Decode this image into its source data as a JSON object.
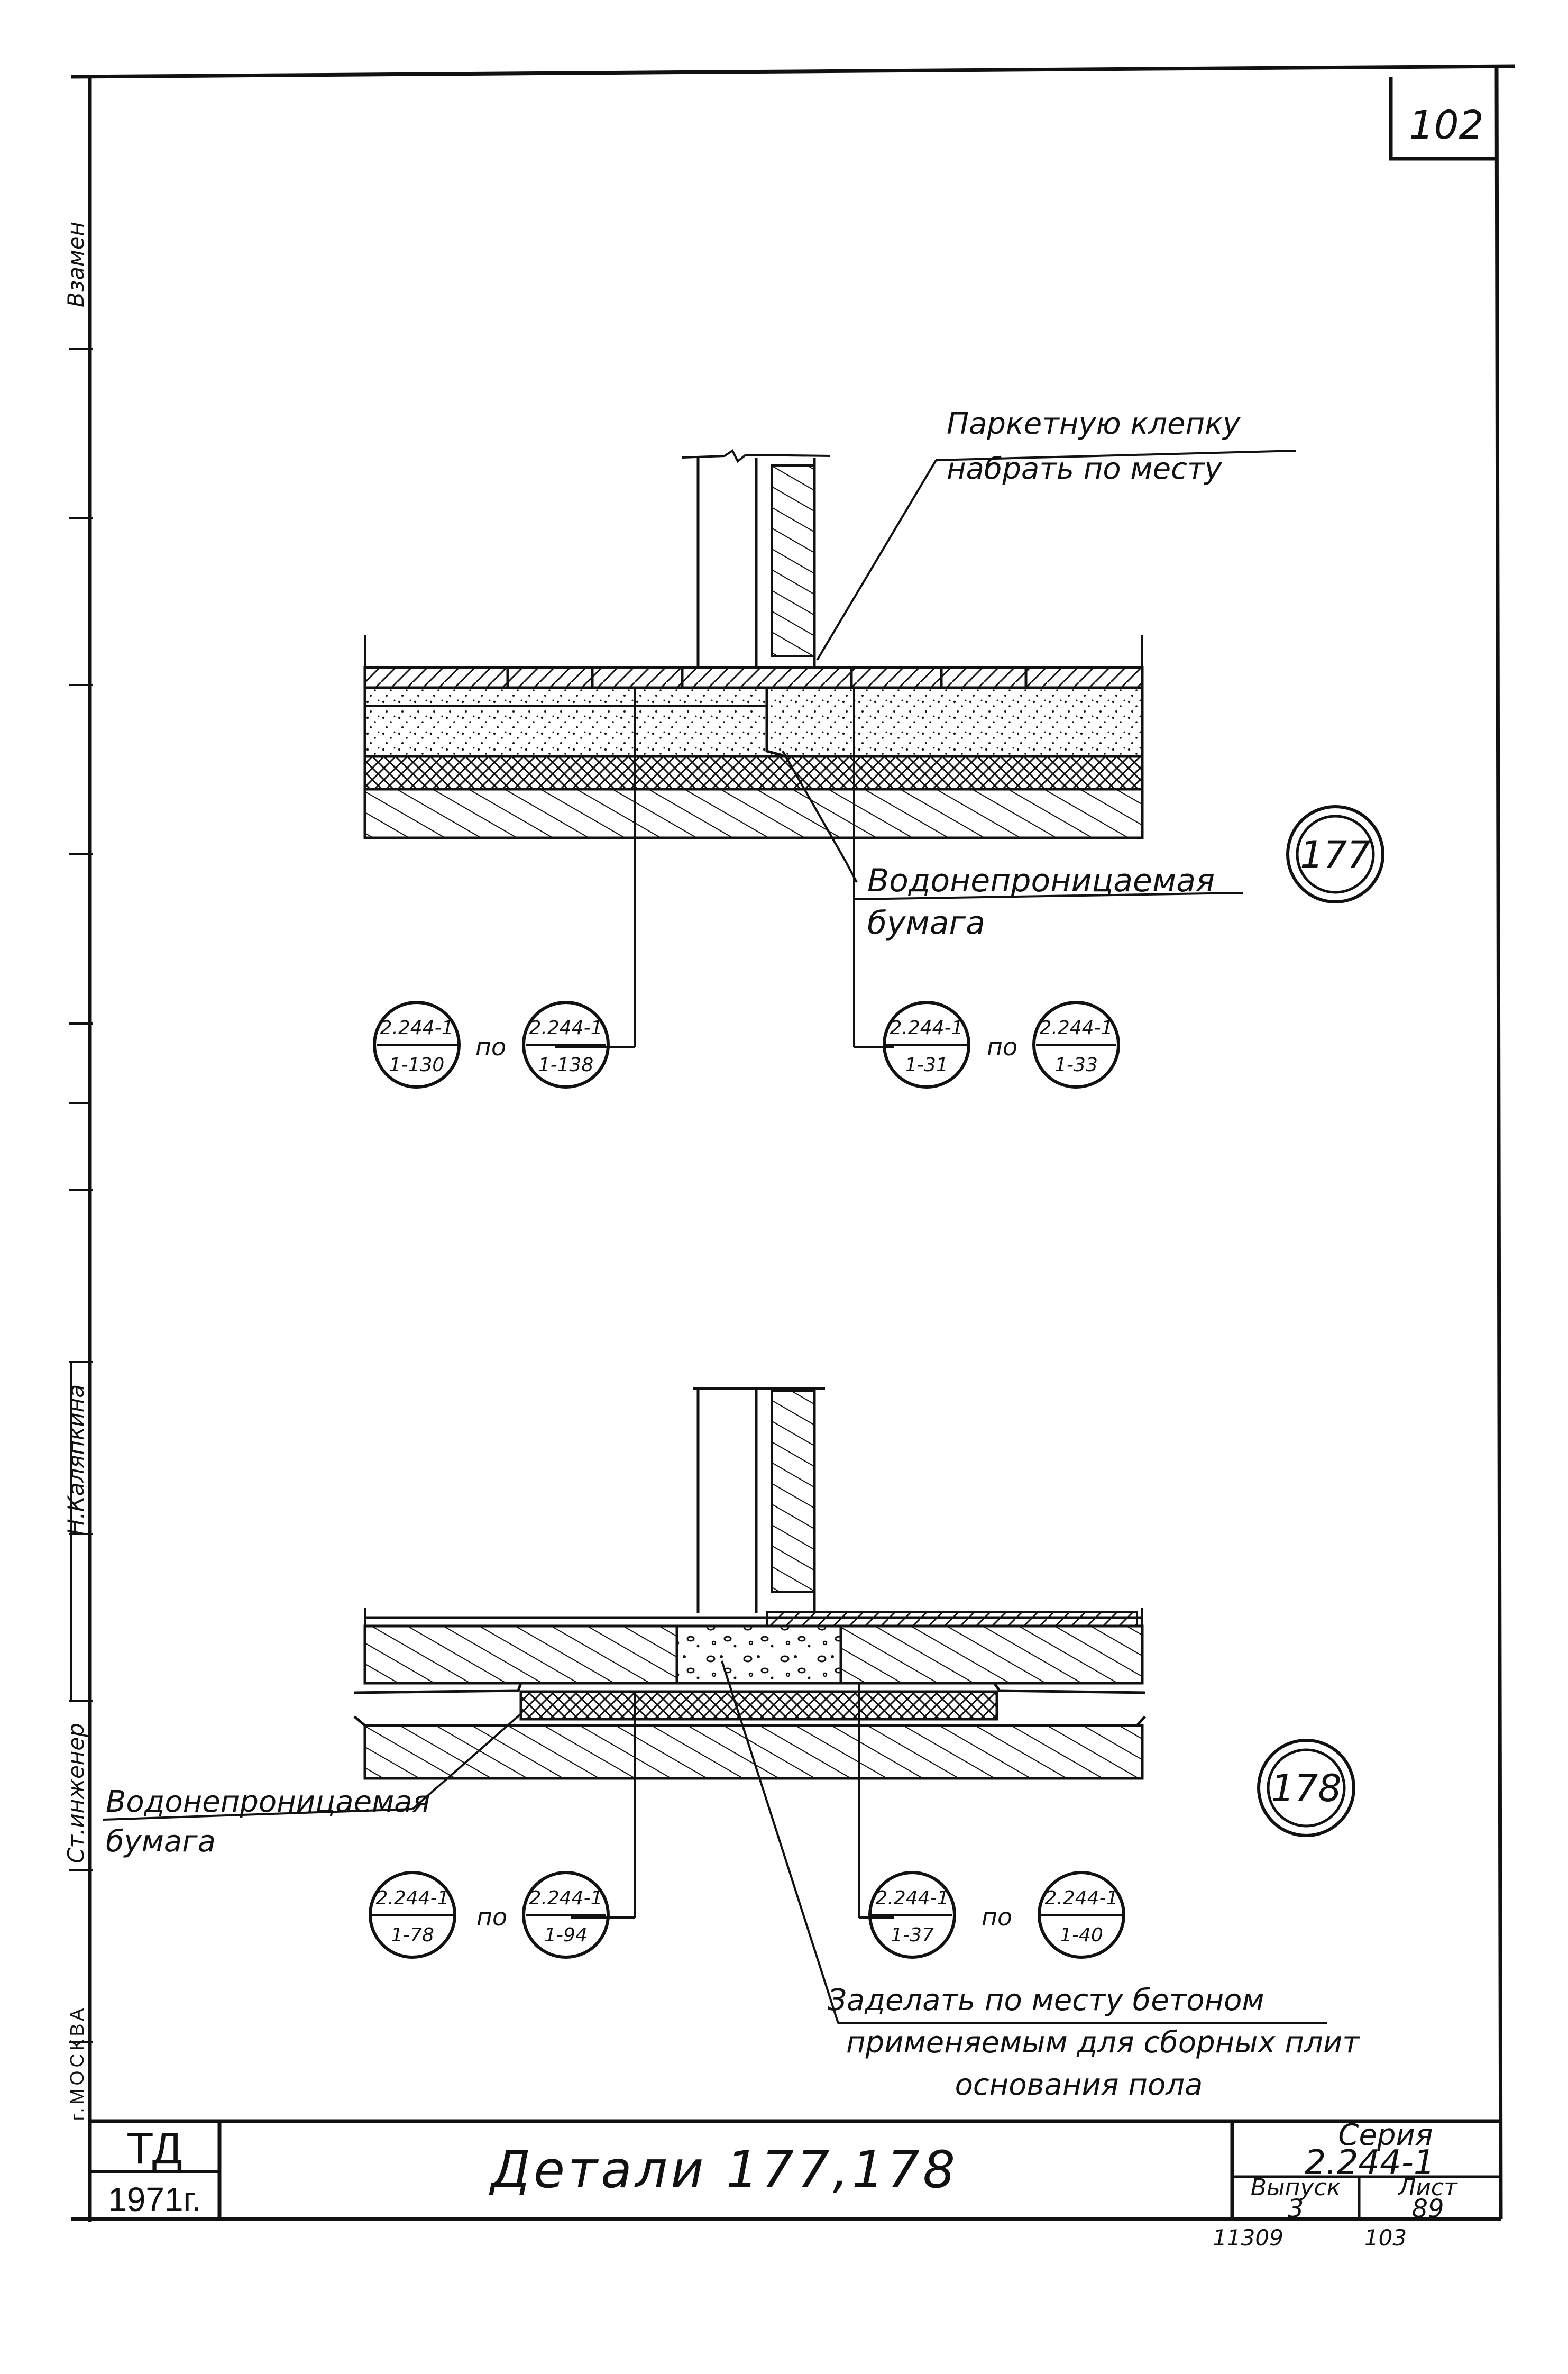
{
  "sheet": {
    "page_number": "102",
    "side_labels": {
      "top": "Взамен",
      "signature": "Н.Каляпкина",
      "role": "Ст.инженер",
      "city": "г.МОСКВА"
    }
  },
  "detail_177": {
    "marker": "177",
    "note_parquet": [
      "Паркетную клепку",
      "набрать по месту"
    ],
    "note_paper": [
      "Водонепроницаемая",
      "бумага"
    ],
    "refs": [
      {
        "top": "2.244-1",
        "bottom": "1-130"
      },
      {
        "top": "2.244-1",
        "bottom": "1-138"
      },
      {
        "top": "2.244-1",
        "bottom": "1-31"
      },
      {
        "top": "2.244-1",
        "bottom": "1-33"
      }
    ],
    "word_po": "по"
  },
  "detail_178": {
    "marker": "178",
    "note_paper": [
      "Водонепроницаемая",
      "бумага"
    ],
    "note_concrete": [
      "Заделать по месту бетоном",
      "применяемым для сборных плит",
      "основания пола"
    ],
    "refs": [
      {
        "top": "2.244-1",
        "bottom": "1-78"
      },
      {
        "top": "2.244-1",
        "bottom": "1-94"
      },
      {
        "top": "2.244-1",
        "bottom": "1-37"
      },
      {
        "top": "2.244-1",
        "bottom": "1-40"
      }
    ],
    "word_po": "по"
  },
  "title_block": {
    "org": "ТД",
    "year": "1971г.",
    "title": "Детали 177,178",
    "series_label": "Серия",
    "series_value": "2.244-1",
    "issue_label": "Выпуск",
    "issue_value": "3",
    "sheet_label": "Лист",
    "sheet_value": "89",
    "footer_left": "11309",
    "footer_right": "103"
  },
  "colors": {
    "ink": "#111111",
    "paper": "#ffffff"
  }
}
